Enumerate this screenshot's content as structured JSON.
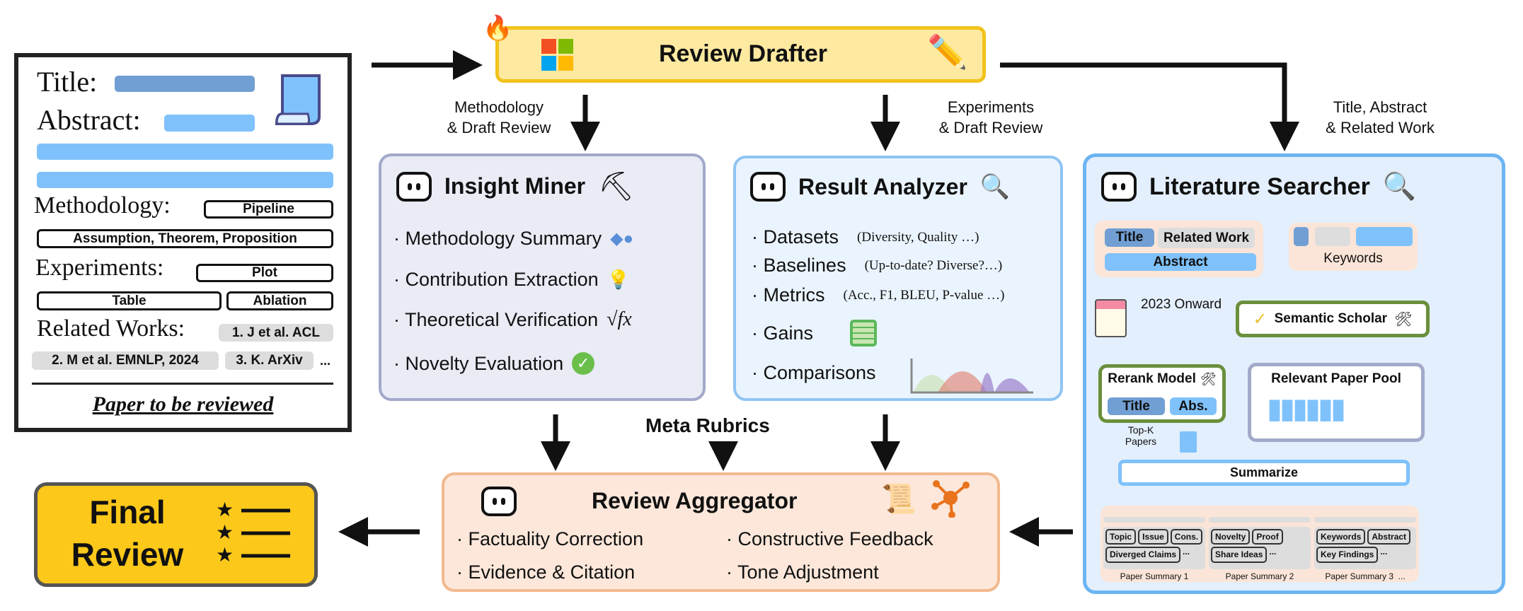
{
  "paper": {
    "title_label": "Title:",
    "abstract_label": "Abstract:",
    "methodology_label": "Methodology:",
    "methodology_chips": [
      "Pipeline",
      "Assumption, Theorem, Proposition"
    ],
    "experiments_label": "Experiments:",
    "experiments_chips": [
      "Plot",
      "Table",
      "Ablation"
    ],
    "related_label": "Related Works:",
    "related_chips": [
      "1. J et al. ACL",
      "2. M et al. EMNLP, 2024",
      "3. K. ArXiv"
    ],
    "ellipsis": "...",
    "caption": "Paper to be reviewed"
  },
  "drafter": {
    "title": "Review Drafter"
  },
  "flow_labels": {
    "methodology": "Methodology\n& Draft Review",
    "experiments": "Experiments\n& Draft Review",
    "literature": "Title, Abstract\n& Related Work",
    "meta": "Meta Rubrics"
  },
  "insight": {
    "title": "Insight Miner",
    "items": [
      "· Methodology Summary",
      "· Contribution Extraction",
      "· Theoretical Verification",
      "· Novelty Evaluation"
    ],
    "sqrt": "√fx"
  },
  "result": {
    "title": "Result Analyzer",
    "items": [
      {
        "label": "· Datasets",
        "note": "(Diversity, Quality …)"
      },
      {
        "label": "· Baselines",
        "note": "(Up-to-date? Diverse?…)"
      },
      {
        "label": "· Metrics",
        "note": "(Acc., F1, BLEU, P-value …)"
      },
      {
        "label": "· Gains",
        "note": ""
      },
      {
        "label": "· Comparisons",
        "note": ""
      }
    ]
  },
  "literature": {
    "title": "Literature Searcher",
    "inputs": [
      "Title",
      "Related Work",
      "Abstract"
    ],
    "keywords": "Keywords",
    "date_filter": "2023 Onward",
    "semantic_scholar": "Semantic Scholar",
    "pool": "Relevant Paper Pool",
    "rerank": "Rerank Model",
    "rerank_chips": [
      "Title",
      "Abs."
    ],
    "topk": "Top-K\nPapers",
    "summarize": "Summarize",
    "summaries": [
      {
        "label": "Paper Summary 1",
        "chips": [
          "Topic",
          "Issue",
          "Cons.",
          "Diverged Claims",
          "..."
        ]
      },
      {
        "label": "Paper Summary 2",
        "chips": [
          "Novelty",
          "Proof",
          "Share Ideas",
          "..."
        ]
      },
      {
        "label": "Paper Summary 3  ...",
        "chips": [
          "Keywords",
          "Abstract",
          "Key Findings",
          "..."
        ]
      }
    ]
  },
  "aggregator": {
    "title": "Review Aggregator",
    "items": [
      "· Factuality Correction",
      "· Constructive Feedback",
      "· Evidence & Citation",
      "· Tone Adjustment"
    ]
  },
  "final": {
    "line1": "Final",
    "line2": "Review"
  },
  "colors": {
    "drafter_fill": "#fde9a0",
    "drafter_border": "#f2c21b",
    "insight_fill": "#e9ebf5",
    "insight_border": "#a2a9c9",
    "result_fill": "#eaf4fe",
    "result_border": "#8fc4f3",
    "lit_fill": "#e3effc",
    "lit_border": "#6cb4f2",
    "agg_fill": "#fce7da",
    "agg_border": "#f2b98e",
    "final_fill": "#fcc81a",
    "green_border": "#6a8f3c",
    "title_blue": "#719fd3",
    "abstract_blue": "#7fc2fb"
  }
}
